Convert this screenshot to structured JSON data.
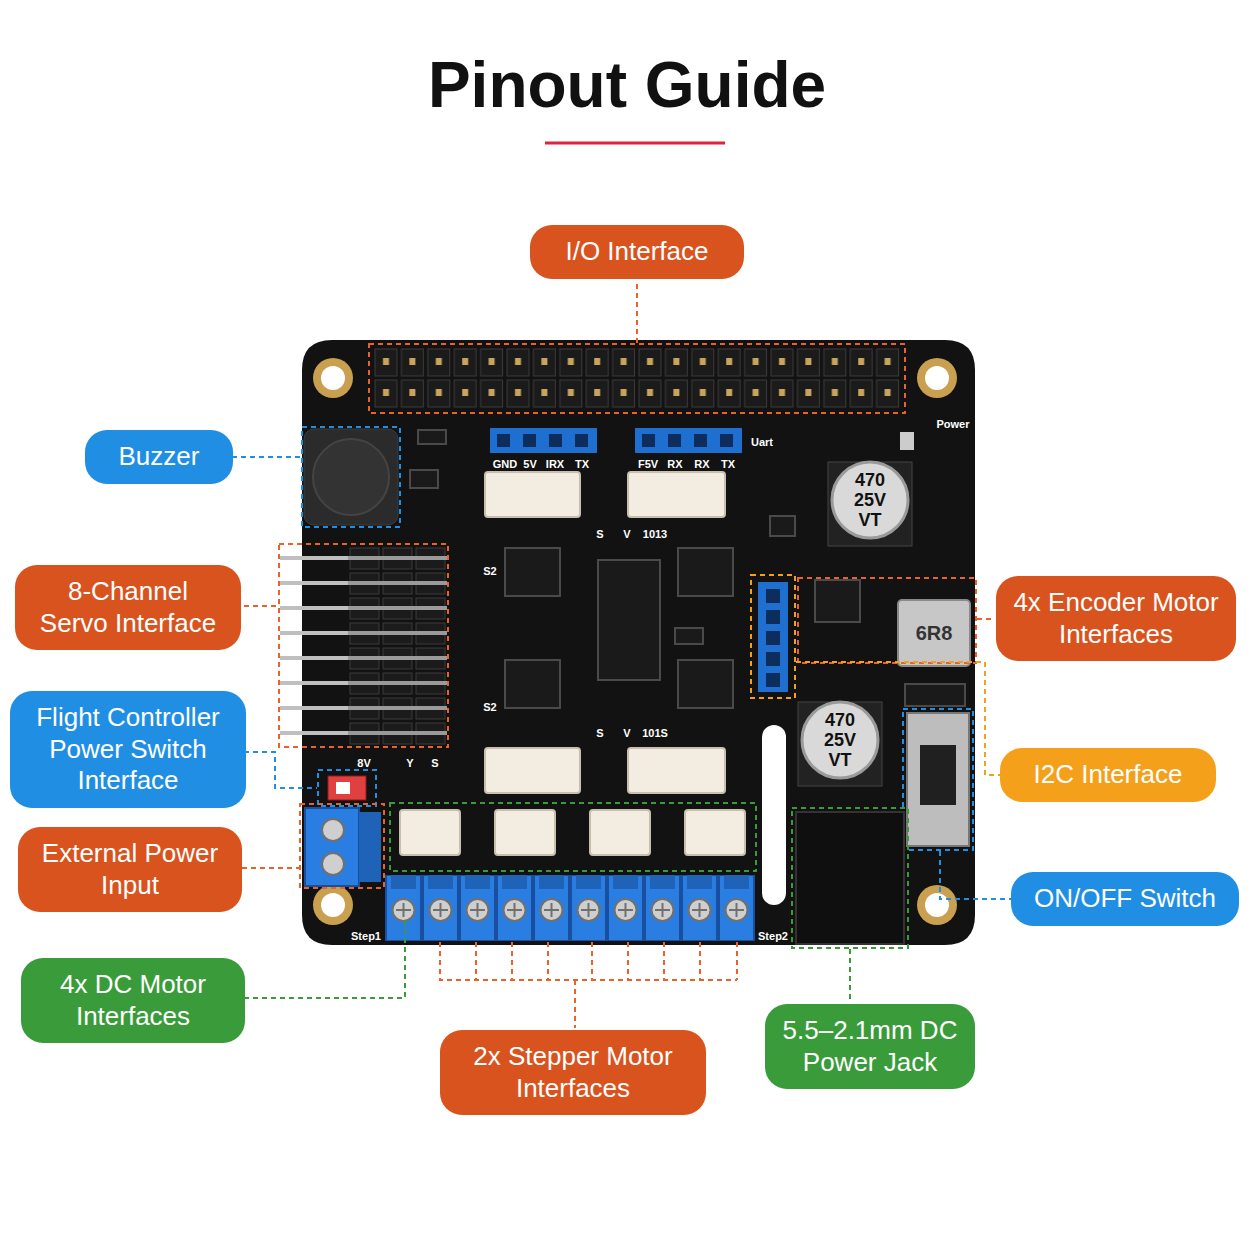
{
  "diagram": {
    "title": "Pinout Guide",
    "nodes": [
      {
        "text": [
          "I/O Interface"
        ]
      },
      {
        "text": [
          "Buzzer"
        ]
      },
      {
        "text": [
          "8-Channel Servo Interface"
        ]
      },
      {
        "text": [
          "4x Encoder Motor Interfaces"
        ]
      },
      {
        "text": [
          "Flight Controller Power Switch Interface"
        ]
      },
      {
        "text": [
          "I2C Interface"
        ]
      },
      {
        "text": [
          "External Power Input"
        ]
      },
      {
        "text": [
          "ON/OFF Switch"
        ]
      },
      {
        "text": [
          "4x DC Motor Interfaces"
        ]
      },
      {
        "text": [
          "2x Stepper Motor Interfaces"
        ]
      },
      {
        "text": [
          "5.5–2.1mm DC Power Jack"
        ]
      }
    ],
    "labels": [
      "GND",
      "5V",
      "IRX",
      "TX",
      "F5V",
      "RX",
      "RX",
      "TX",
      "Uart",
      "Power",
      "470",
      "25V",
      "VT",
      "S2",
      "S2",
      "6R8",
      "470",
      "25V",
      "VT",
      "Step1",
      "Step2",
      "S",
      "V",
      "1013",
      "S",
      "V",
      "101S",
      "8V",
      "Y",
      "S"
    ]
  }
}
